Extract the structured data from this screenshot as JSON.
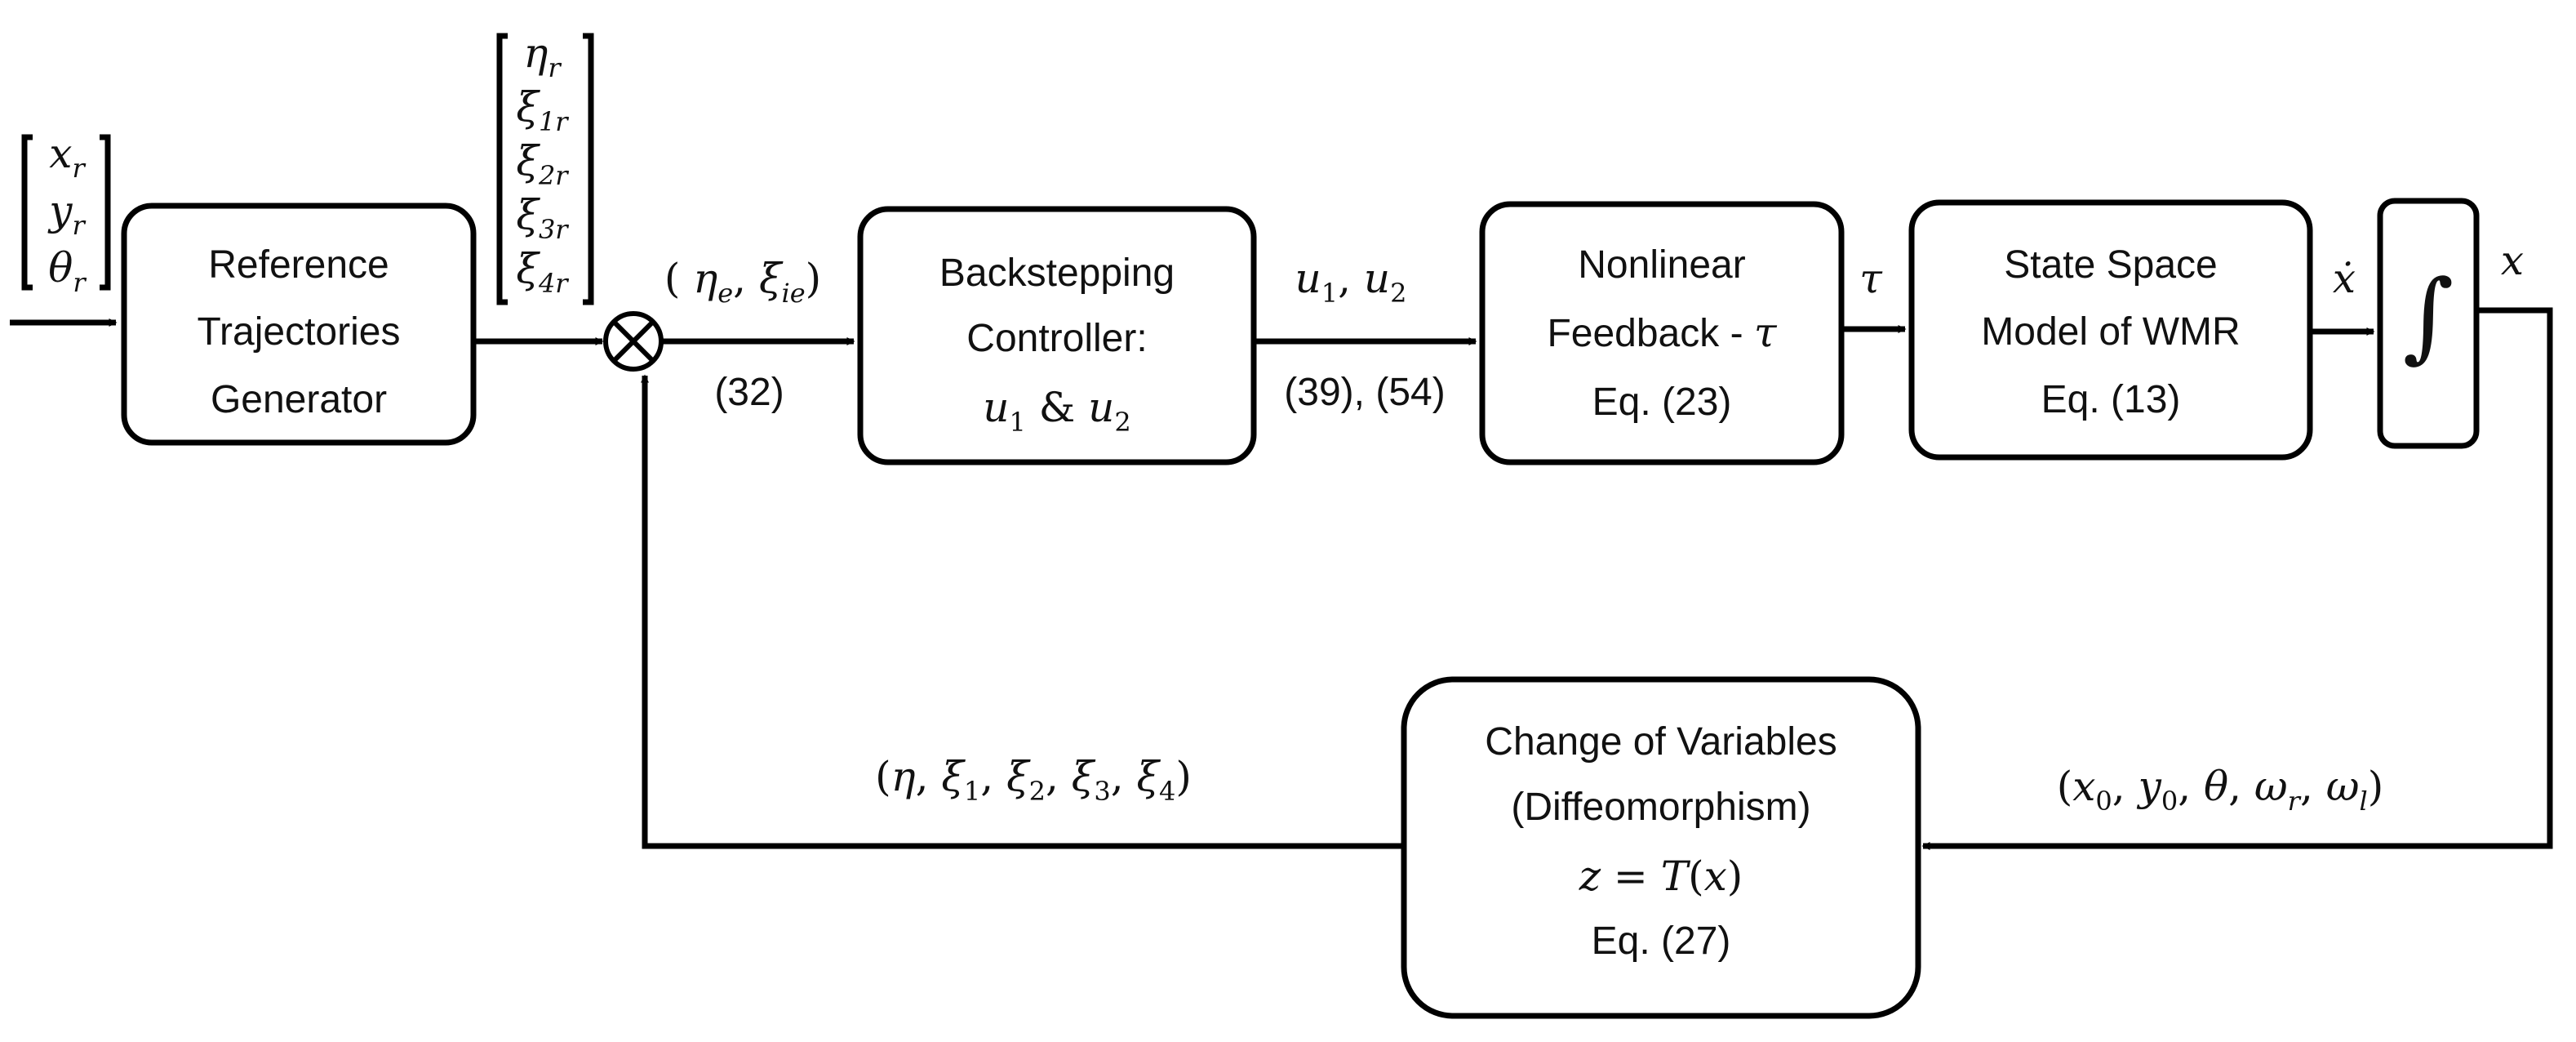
{
  "blocks": {
    "reference": {
      "lines": [
        "Reference",
        "Trajectories",
        "Generator"
      ]
    },
    "backstepping": {
      "lines": [
        "Backstepping",
        "Controller:"
      ],
      "eq_parts": [
        "u",
        "1",
        " & ",
        "u",
        "2"
      ]
    },
    "nonlinear": {
      "lines": [
        "Nonlinear",
        "Feedback - ",
        "Eq. (23)"
      ],
      "tau_symbol": "τ"
    },
    "statespace": {
      "lines": [
        "State Space",
        "Model of WMR",
        "Eq. (13)"
      ]
    },
    "integrator": {
      "symbol": "∫"
    },
    "change": {
      "lines": [
        "Change of Variables",
        "(Diffeomorphism)",
        "Eq. (27)"
      ],
      "eq_parts": [
        "z",
        " = ",
        "T",
        "(",
        "x",
        ")"
      ]
    }
  },
  "labels": {
    "input_vector": [
      "x",
      "r",
      "y",
      "r",
      "θ",
      "r"
    ],
    "ref_vector": [
      "η",
      "r",
      "ξ",
      "1r",
      "ξ",
      "2r",
      "ξ",
      "3r",
      "ξ",
      "4r"
    ],
    "error_signal": [
      "( ",
      "η",
      "e",
      ", ",
      "ξ",
      "ie",
      ")"
    ],
    "eq32": "(32)",
    "control_signal": [
      "u",
      "1",
      ", ",
      "u",
      "2"
    ],
    "eq39_54": "(39), (54)",
    "tau": "τ",
    "xdot": "ẋ",
    "x_out": "x",
    "feedback_state": [
      "(",
      "x",
      "0",
      ", ",
      "y",
      "0",
      ", ",
      "θ",
      ", ",
      "ω",
      "r",
      ", ",
      "ω",
      "l",
      ")"
    ],
    "transformed_state": [
      "(",
      "η",
      ", ",
      "ξ",
      "1",
      ", ",
      "ξ",
      "2",
      ", ",
      "ξ",
      "3",
      ", ",
      "ξ",
      "4",
      ")"
    ]
  },
  "colors": {
    "stroke": "#000000",
    "fill": "#ffffff",
    "text": "#111111"
  },
  "icons": {
    "summing_junction": "circle-cross-icon",
    "integrator": "integral-icon"
  }
}
